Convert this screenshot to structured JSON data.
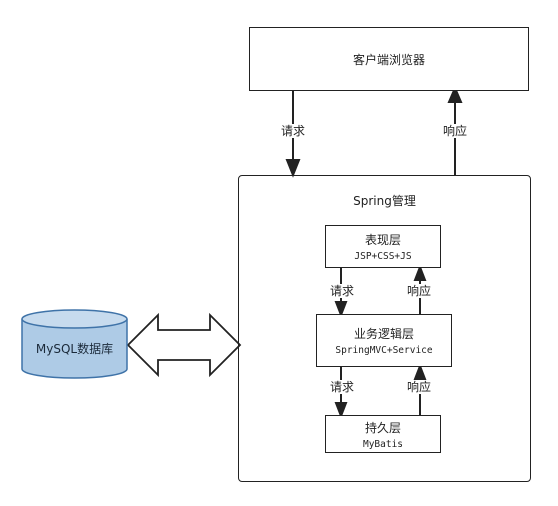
{
  "browser": {
    "label": "客户端浏览器"
  },
  "spring": {
    "title": "Spring管理"
  },
  "presentation": {
    "title": "表现层",
    "tech": "JSP+CSS+JS"
  },
  "business": {
    "title": "业务逻辑层",
    "tech": "SpringMVC+Service"
  },
  "persistence": {
    "title": "持久层",
    "tech": "MyBatis"
  },
  "database": {
    "label": "MySQL数据库"
  },
  "arrows": {
    "request": "请求",
    "response": "响应"
  },
  "colors": {
    "db_fill": "#aecbe6",
    "db_stroke": "#3f73a8",
    "line": "#222222"
  }
}
